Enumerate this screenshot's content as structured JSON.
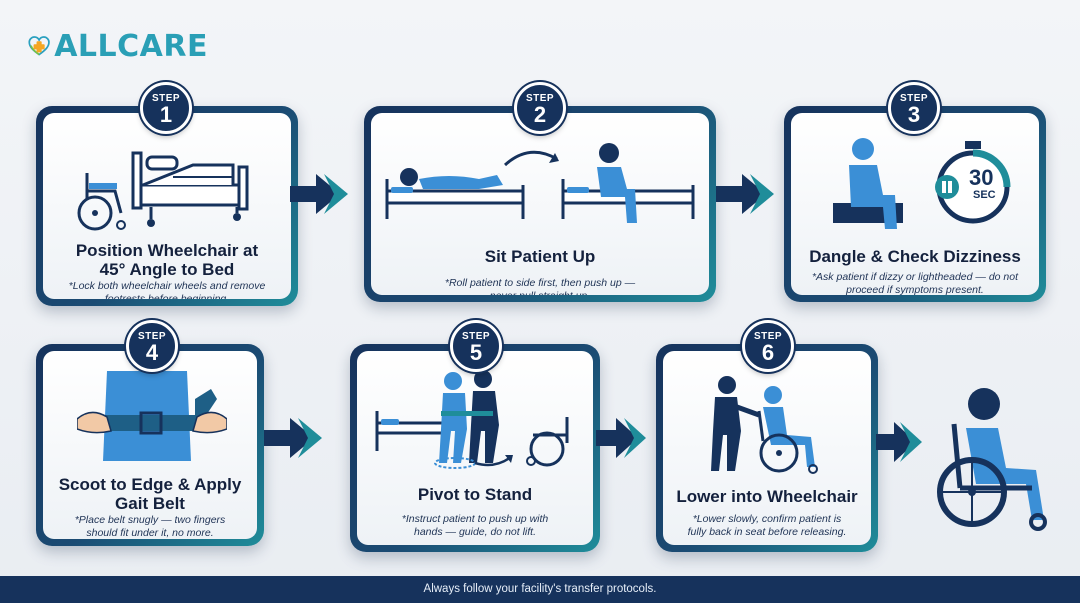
{
  "brand": {
    "name": "ALLCARE"
  },
  "steps": [
    {
      "label": "STEP",
      "number": "1",
      "title": "Position Wheelchair at 45° Angle to Bed",
      "note": "*Lock both wheelchair wheels and remove footrests before beginning."
    },
    {
      "label": "STEP",
      "number": "2",
      "title": "Sit Patient Up",
      "note": "*Roll patient to side first, then push up — never pull straight up."
    },
    {
      "label": "STEP",
      "number": "3",
      "title": "Dangle & Check Dizziness",
      "note": "*Ask patient if dizzy or lightheaded — do not proceed if symptoms present.",
      "timer": {
        "value": "30",
        "unit": "SEC"
      }
    },
    {
      "label": "STEP",
      "number": "4",
      "title": "Scoot to Edge & Apply Gait Belt",
      "note": "*Place belt snugly — two fingers should fit under it, no more."
    },
    {
      "label": "STEP",
      "number": "5",
      "title": "Pivot to Stand",
      "note": "*Instruct patient to push up with hands — guide, do not lift."
    },
    {
      "label": "STEP",
      "number": "6",
      "title": "Lower into Wheelchair",
      "note": "*Lower slowly, confirm patient is fully back in seat before releasing."
    }
  ],
  "footer": {
    "text": "Always follow your facility's transfer protocols."
  },
  "colors": {
    "navy": "#16325c",
    "teal": "#1f8d9a",
    "blue": "#3b8fd6",
    "light_blue": "#5aa7e6"
  }
}
